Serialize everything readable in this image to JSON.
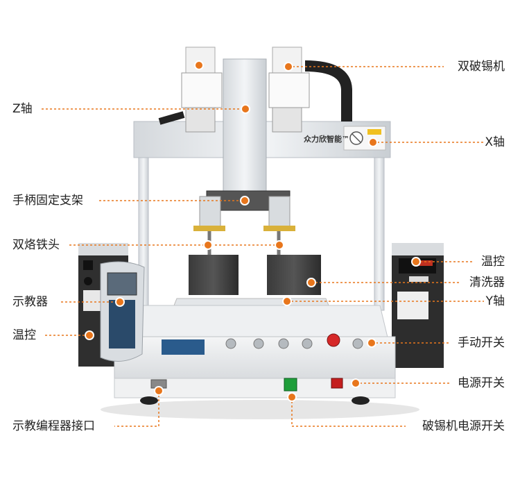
{
  "brand_text": "众力欣智能™",
  "colors": {
    "accent": "#e8761c",
    "frame": "#e9ecef",
    "dark_unit": "#2b2b2b",
    "background": "#ffffff"
  },
  "labels": {
    "left": [
      {
        "id": "z-axis",
        "text": "Z轴"
      },
      {
        "id": "handle-bracket",
        "text": "手柄固定支架"
      },
      {
        "id": "dual-iron-tips",
        "text": "双烙铁头"
      },
      {
        "id": "teach-pendant",
        "text": "示教器"
      },
      {
        "id": "temp-control-left",
        "text": "温控"
      },
      {
        "id": "pendant-port",
        "text": "示教编程器接口"
      }
    ],
    "right": [
      {
        "id": "dual-tin-breaker",
        "text": "双破锡机"
      },
      {
        "id": "x-axis",
        "text": "X轴"
      },
      {
        "id": "temp-control-right",
        "text": "温控"
      },
      {
        "id": "cleaner",
        "text": "清洗器"
      },
      {
        "id": "y-axis",
        "text": "Y轴"
      },
      {
        "id": "manual-switch",
        "text": "手动开关"
      },
      {
        "id": "power-switch",
        "text": "电源开关"
      },
      {
        "id": "tin-breaker-power-switch",
        "text": "破锡机电源开关"
      }
    ]
  }
}
